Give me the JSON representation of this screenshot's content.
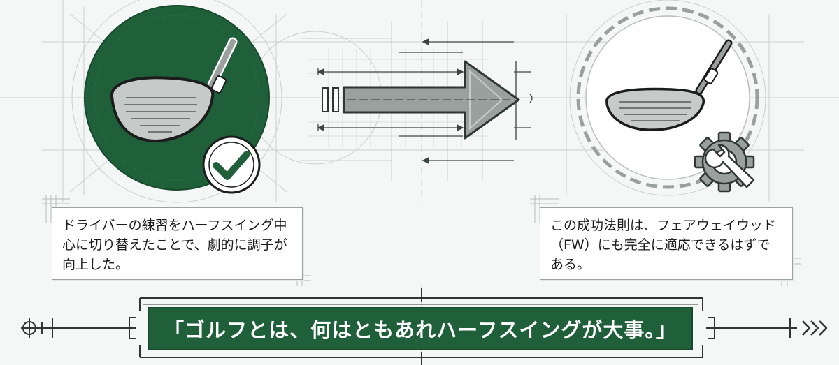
{
  "left_card": {
    "text": "ドライバーの練習をハーフスイング中心に切り替えたことで、劇的に調子が向上した。"
  },
  "right_card": {
    "text": "この成功法則は、フェアウェイウッド（FW）にも完全に適応できるはずである。"
  },
  "quote": {
    "text": "「ゴルフとは、何はともあれハーフスイングが大事。」"
  },
  "icons": [
    "driver-club-icon",
    "checkmark-icon",
    "right-arrow-icon",
    "fairway-wood-club-icon",
    "gear-wrench-icon",
    "crosshair-icon",
    "chevrons-right-icon"
  ],
  "colors": {
    "accent_green": "#1f5f3a",
    "background": "#f4f7f5",
    "line": "#8e9794",
    "club_fill": "#c8ccc9"
  }
}
